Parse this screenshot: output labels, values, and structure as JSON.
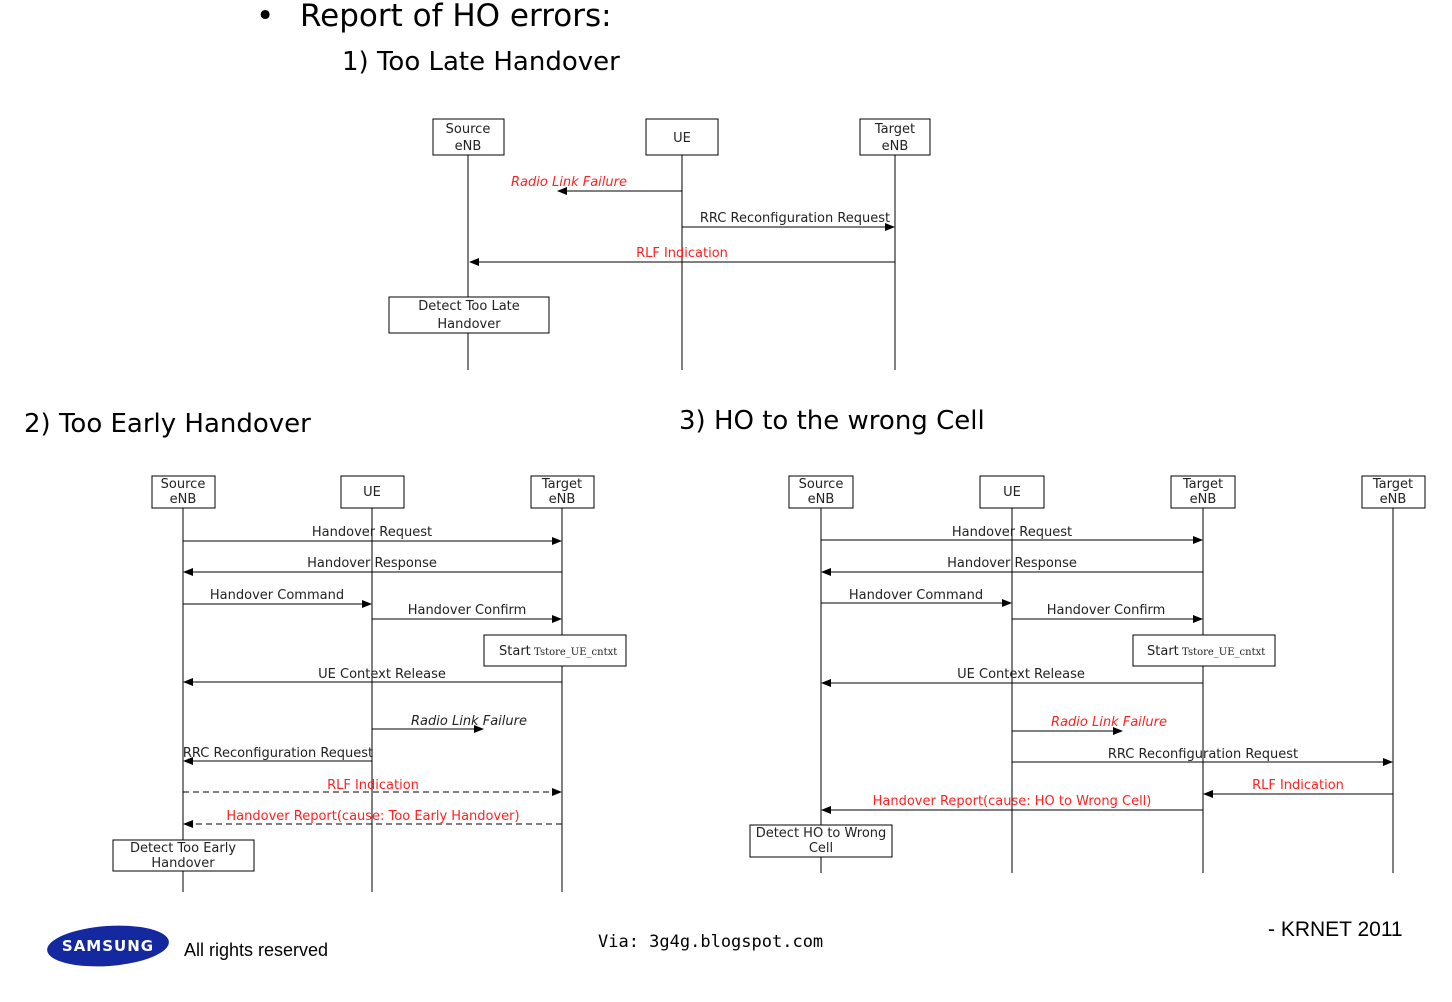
{
  "slide": {
    "bullet": "•",
    "title": "Report of HO errors:",
    "heading1": "1) Too Late Handover",
    "heading2": "2) Too Early Handover",
    "heading3": "3) HO to the wrong Cell"
  },
  "d1": {
    "source": [
      "Source",
      "eNB"
    ],
    "ue": "UE",
    "target": [
      "Target",
      "eNB"
    ],
    "m1": "Radio Link Failure",
    "m2": "RRC Reconfiguration Request",
    "m3": "RLF Indication",
    "detect": [
      "Detect Too Late",
      "Handover"
    ]
  },
  "d2": {
    "source": [
      "Source",
      "eNB"
    ],
    "ue": "UE",
    "target": [
      "Target",
      "eNB"
    ],
    "m1": "Handover Request",
    "m2": "Handover Response",
    "m3": "Handover Command",
    "m4": "Handover Confirm",
    "timer_start": "Start",
    "timer_name": "Tstore_UE_cntxt",
    "m5": "UE Context Release",
    "m6": "Radio Link Failure",
    "m7": "RRC Reconfiguration Request",
    "m8": "RLF Indication",
    "m9": "Handover Report(cause: Too Early Handover)",
    "detect": [
      "Detect Too Early",
      "Handover"
    ]
  },
  "d3": {
    "source": [
      "Source",
      "eNB"
    ],
    "ue": "UE",
    "target": [
      "Target",
      "eNB"
    ],
    "target2": [
      "Target",
      "eNB"
    ],
    "m1": "Handover Request",
    "m2": "Handover Response",
    "m3": "Handover Command",
    "m4": "Handover Confirm",
    "timer_start": "Start",
    "timer_name": "Tstore_UE_cntxt",
    "m5": "UE Context Release",
    "m6": "Radio Link Failure",
    "m7": "RRC Reconfiguration Request",
    "m8": "RLF Indication",
    "m9": "Handover Report(cause: HO to Wrong Cell)",
    "detect": [
      "Detect HO to Wrong",
      "Cell"
    ]
  },
  "footer": {
    "logo": "SAMSUNG",
    "rights": "All rights reserved",
    "via": "Via: 3g4g.blogspot.com",
    "credit": "- KRNET 2011"
  },
  "colors": {
    "red": "#ff2020",
    "logo_blue": "#1428a0",
    "line": "#000000"
  }
}
